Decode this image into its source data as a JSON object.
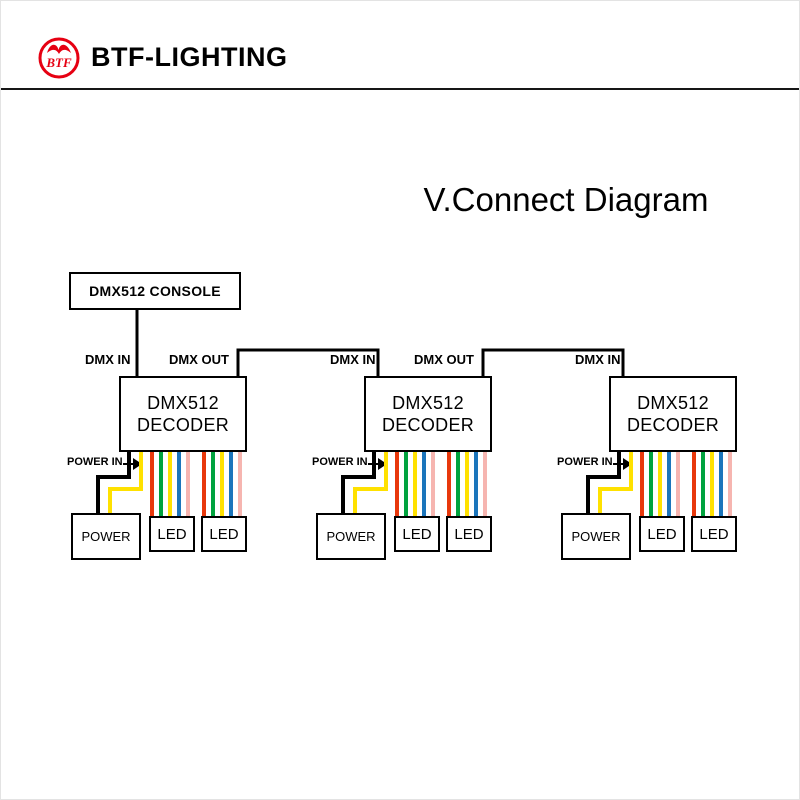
{
  "header": {
    "brand": "BTF-LIGHTING",
    "logo_text": "BTF"
  },
  "title": "V.Connect Diagram",
  "console_label": "DMX512 CONSOLE",
  "decoder": {
    "line1": "DMX512",
    "line2": "DECODER"
  },
  "labels": {
    "dmx_in": "DMX IN",
    "dmx_out": "DMX OUT",
    "power_in": "POWER IN"
  },
  "boxes": {
    "power": "POWER",
    "led": "LED"
  },
  "colors": {
    "brand_red": "#e60012",
    "line": "#000000",
    "power_wires": [
      "#000000",
      "#ffe100"
    ],
    "led_wires": [
      "#e8380c",
      "#00a33e",
      "#ffe100",
      "#1b75bb",
      "#f6b5b0"
    ]
  }
}
